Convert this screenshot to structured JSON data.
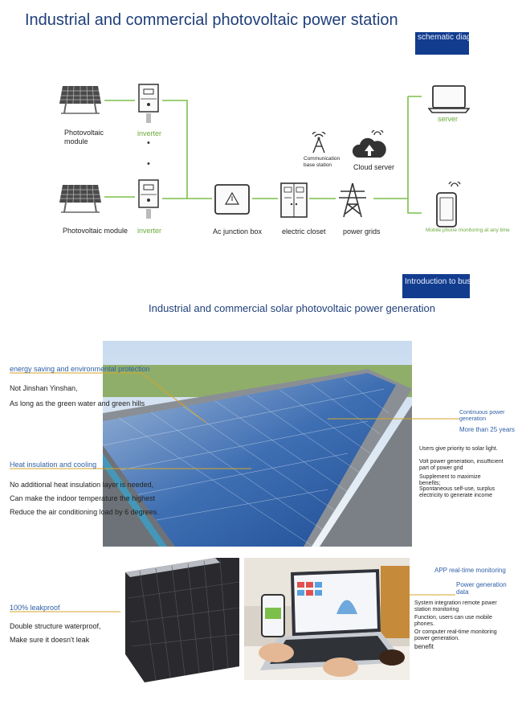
{
  "header": {
    "title": "Industrial and commercial photovoltaic power station",
    "schematic_tag": "schematic diagram"
  },
  "diagram": {
    "pv_module_top": "Photovoltaic\nmodule",
    "inverter_top": "inverter",
    "pv_module_bottom": "Photovoltaic module",
    "inverter_bottom": "inverter",
    "ac_junction_box": "Ac junction box",
    "electric_closet": "electric closet",
    "power_grids": "power grids",
    "comm_base_station": "Communication\nbase station",
    "cloud_server": "Cloud server",
    "server": "server",
    "mobile_monitoring": "Mobile phone monitoring at any time"
  },
  "intro": {
    "tag": "Introduction to business",
    "subtitle": "Industrial and commercial solar photovoltaic power generation"
  },
  "roof": {
    "energy_title": "energy saving and environmental protection",
    "energy_line1": "Not Jinshan Yinshan,",
    "energy_line2": "As long as the green water and green hills",
    "heat_title": "Heat insulation and cooling",
    "heat_line1": "No additional heat insulation layer is needed,",
    "heat_line2": "Can make the indoor temperature the highest",
    "heat_line3": "Reduce the air conditioning load by 6 degrees.",
    "continuous_title": "Continuous power generation",
    "continuous_years": "More than 25 years",
    "right_line1": "Users give priority to solar light.",
    "right_line2": "Volt power generation, insufficient part of power grid",
    "right_line3": "Supplement to maximize benefits;",
    "right_line4": "Spontaneous self-use, surplus electricity to generate income"
  },
  "bottom": {
    "leakproof_title": "100% leakproof",
    "leak_line1": "Double structure waterproof,",
    "leak_line2": "Make sure it doesn't leak",
    "app_title": "APP real-time monitoring",
    "power_data": "Power generation data",
    "sys_line1": "System integration remote power station monitoring",
    "sys_line2": "Function, users can use mobile phones.",
    "sys_line3": "Or computer real-time monitoring power generation.",
    "sys_line4": "benefit"
  },
  "colors": {
    "title": "#1f3f7a",
    "tag_bg": "#123c8e",
    "connector": "#7cbf4a",
    "annotation_line": "#d4a628",
    "annotation_blue": "#2e5fa6"
  }
}
